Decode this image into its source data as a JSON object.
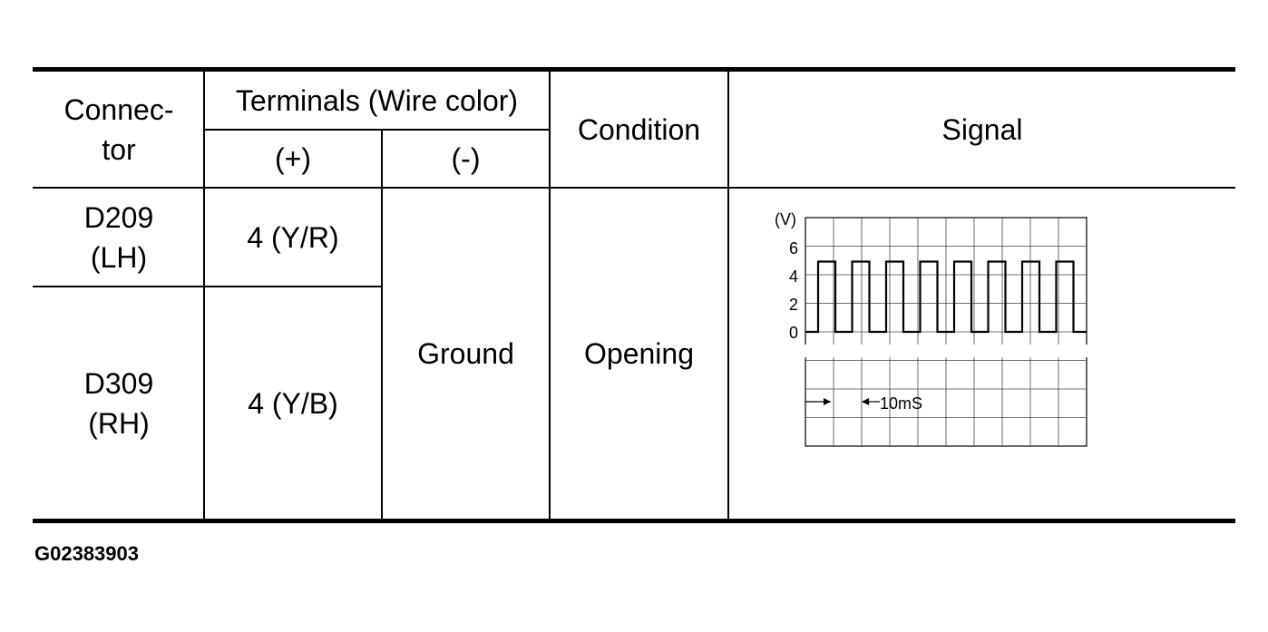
{
  "table": {
    "headers": {
      "connector_line1": "Connec-",
      "connector_line2": "tor",
      "terminals": "Terminals (Wire color)",
      "plus": "(+)",
      "minus": "(-)",
      "condition": "Condition",
      "signal": "Signal"
    },
    "rows": [
      {
        "connector_line1": "D209",
        "connector_line2": "(LH)",
        "plus": "4 (Y/R)"
      },
      {
        "connector_line1": "D309",
        "connector_line2": "(RH)",
        "plus": "4 (Y/B)"
      }
    ],
    "shared_minus": "Ground",
    "shared_condition": "Opening"
  },
  "signal_chart": {
    "y_unit": "(V)",
    "y_ticks": [
      "6",
      "4",
      "2",
      "0"
    ],
    "time_label": "10mS",
    "high_level_v": 5,
    "low_level_v": 0,
    "pulse_count": 8
  },
  "figure_code": "G02383903"
}
